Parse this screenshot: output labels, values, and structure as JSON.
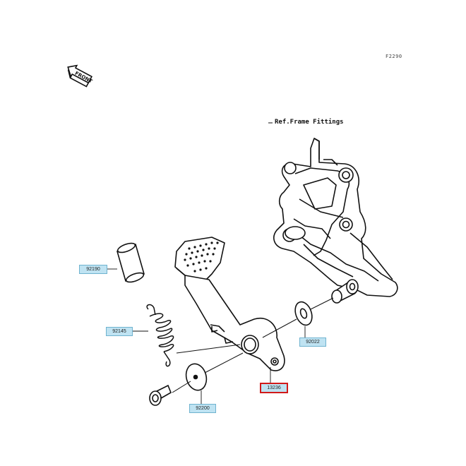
{
  "diagram": {
    "corner_code": "F2290",
    "front_marker": "FRONT",
    "ref_label": "Ref.Frame Fittings",
    "parts": {
      "collar": "92190",
      "spring": "92145",
      "washer": "92022",
      "pedal": "13236",
      "bolt": "92200"
    },
    "highlight_color": "#d11a1a",
    "label_fill": "#bfe3f2"
  }
}
